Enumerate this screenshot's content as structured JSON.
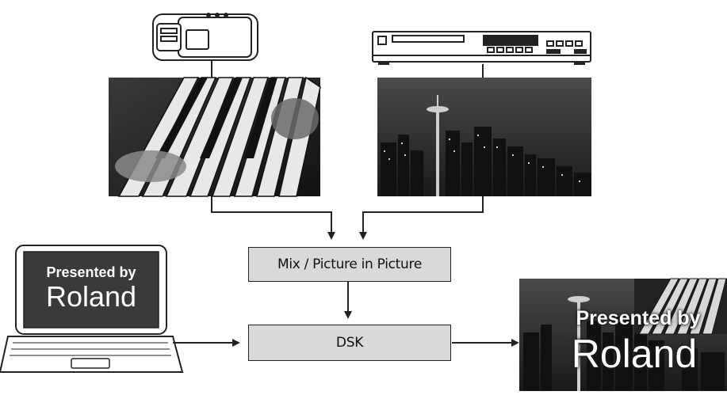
{
  "boxes": {
    "mix": "Mix / Picture in Picture",
    "dsk": "DSK"
  },
  "laptop_screen": {
    "line1": "Presented by",
    "line2": "Roland"
  },
  "output_overlay": {
    "line1": "Presented by",
    "line2": "Roland"
  },
  "devices": {
    "camera": "camcorder-icon",
    "player": "bd-player-icon",
    "computer": "laptop-icon"
  },
  "colors": {
    "box_fill": "#d9d9d9",
    "line": "#222222",
    "screen": "#3a3a3a"
  }
}
